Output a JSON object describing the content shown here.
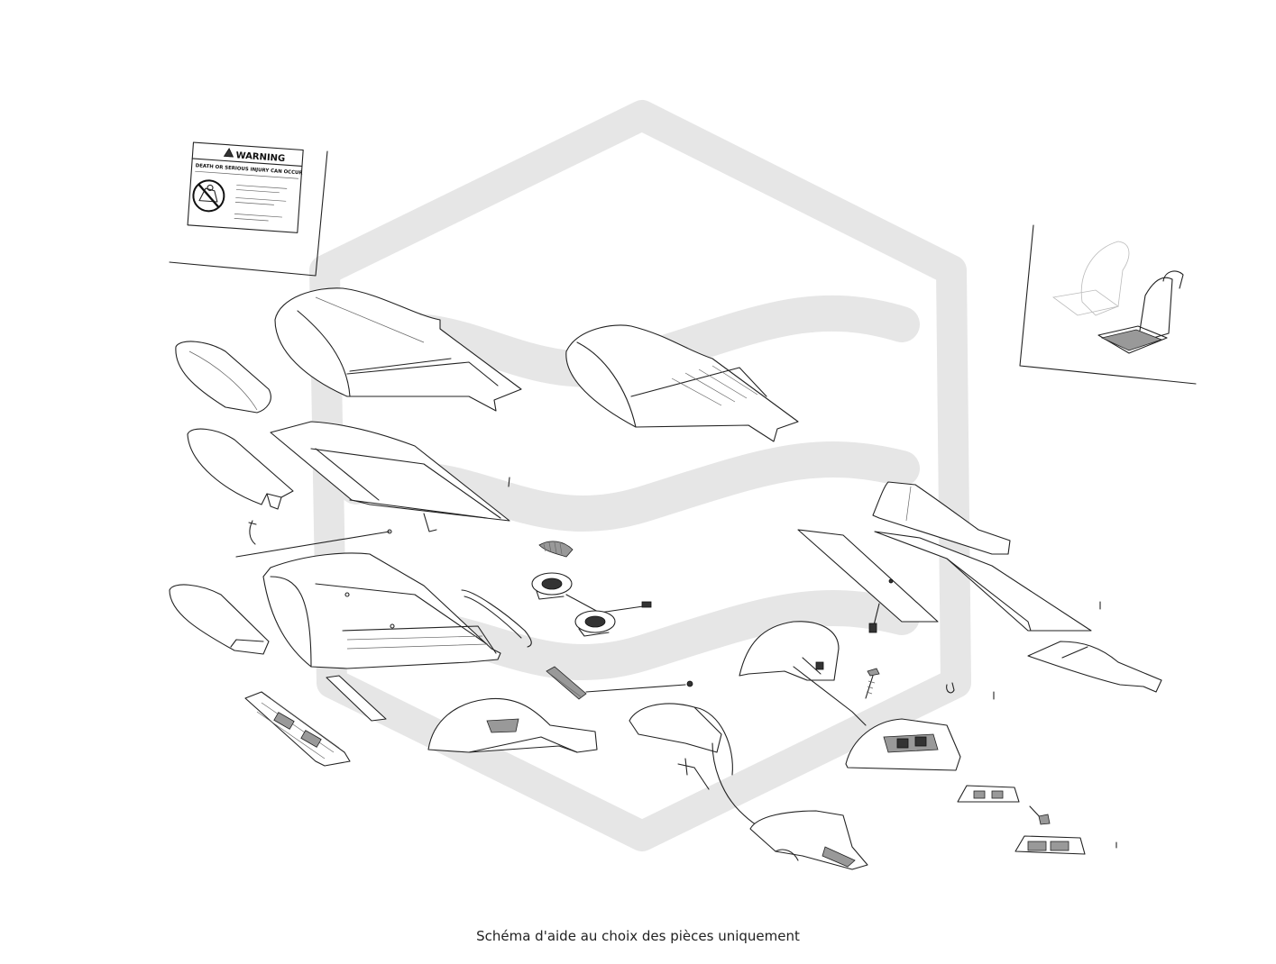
{
  "caption": "Schéma d'aide au choix des pièces uniquement",
  "warning_label": {
    "title": "WARNING",
    "headline": "DEATH OR SERIOUS INJURY CAN OCCUR"
  }
}
